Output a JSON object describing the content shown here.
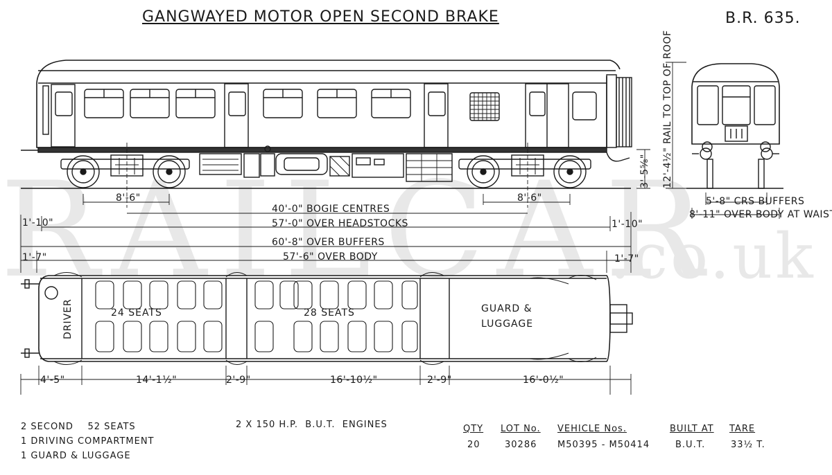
{
  "title": "GANGWAYED MOTOR OPEN SECOND BRAKE",
  "diagram_code": "B.R. 635.",
  "watermark": {
    "main": "RAILCAR",
    "suffix": ".co.uk"
  },
  "side_elevation": {
    "bogie_wheelbase_left": "8'-6\"",
    "bogie_wheelbase_right": "8'-6\"",
    "height_buffer_centre": "3'-5⅝\"",
    "height_rail_to_roof": "12'-4½\" RAIL TO TOP OF ROOF"
  },
  "end_elevation": {
    "buffer_centres": "5'-8\" CRS BUFFERS",
    "width_over_body": "8'-11\" OVER BODY AT WAIST"
  },
  "overall_dimensions": {
    "bogie_centres": "40'-0\" BOGIE CENTRES",
    "over_headstocks": "57'-0\" OVER HEADSTOCKS",
    "over_buffers": "60'-8\" OVER BUFFERS",
    "over_body": "57'-6\" OVER BODY",
    "left_overhang_headstock": "1'-10\"",
    "right_overhang_headstock": "1'-10\"",
    "left_overhang_buffer": "1'-7\"",
    "right_overhang_buffer": "1'-7\""
  },
  "plan": {
    "driver_label": "DRIVER",
    "saloon_1": "24 SEATS",
    "saloon_2": "28 SEATS",
    "guard_label_1": "GUARD &",
    "guard_label_2": "LUGGAGE",
    "dims": [
      "4'-5\"",
      "14'-1½\"",
      "2'-9\"",
      "16'-10½\"",
      "2'-9\"",
      "16'-0½\""
    ]
  },
  "accommodation": [
    "2 SECOND    52 SEATS",
    "1 DRIVING COMPARTMENT",
    "1 GUARD & LUGGAGE"
  ],
  "engines": "2 X 150 H.P.  B.U.T.  ENGINES",
  "table": {
    "headers": [
      "QTY",
      "LOT No.",
      "VEHICLE Nos.",
      "BUILT AT",
      "TARE"
    ],
    "row": [
      "20",
      "30286",
      "M50395 - M50414",
      "B.U.T.",
      "33½ T."
    ]
  }
}
